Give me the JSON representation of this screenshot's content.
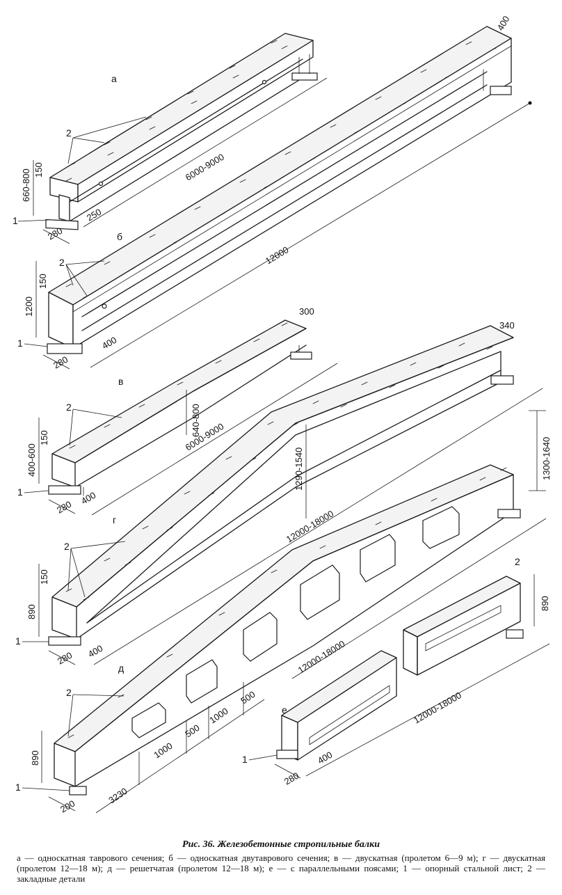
{
  "figure": {
    "caption_title": "Рис. 36. Железобетонные стропильные балки",
    "caption_text": "а — односкатная таврового сечения; б — односкатная двутаврового сечения; в — двускатная (пролетом 6—9 м); г — двускатная (пролетом 12—18 м); д — решетчатая (пролетом 12—18 м); е — с параллельными поясами; 1 — опорный стальной лист; 2 — закладные детали"
  },
  "beam_a": {
    "label": "а",
    "callout_2": "2",
    "callout_1": "1",
    "dim_height": "660-800",
    "dim_flange": "150",
    "dim_width": "280",
    "dim_web": "250",
    "dim_span": "6000-9000"
  },
  "beam_b": {
    "label": "б",
    "callout_2": "2",
    "callout_1": "1",
    "dim_height": "1200",
    "dim_flange": "150",
    "dim_width": "280",
    "dim_support": "400",
    "dim_span": "12000",
    "dim_end": "400"
  },
  "beam_v": {
    "label": "в",
    "callout_2": "2",
    "callout_1": "1",
    "dim_height": "400-600",
    "dim_flange": "150",
    "dim_width": "280",
    "dim_support": "400",
    "dim_mid": "640-800",
    "dim_span": "6000-9000",
    "dim_end": "300"
  },
  "beam_g": {
    "label": "г",
    "callout_2": "2",
    "callout_1": "1",
    "dim_height": "890",
    "dim_flange": "150",
    "dim_width": "280",
    "dim_support": "400",
    "dim_mid": "1290-1540",
    "dim_span": "12000-18000",
    "dim_end": "340",
    "dim_right": "1300-1640"
  },
  "beam_d": {
    "label": "д",
    "callout_2": "2",
    "callout_1": "1",
    "dim_height": "890",
    "dim_width": "200",
    "dim_first": "3230",
    "dim_1000a": "1000",
    "dim_500a": "500",
    "dim_1000b": "1000",
    "dim_500b": "500",
    "dim_span": "12000-18000"
  },
  "beam_e": {
    "label": "е",
    "callout_2": "2",
    "callout_1": "1",
    "dim_height": "890",
    "dim_width": "280",
    "dim_support": "400",
    "dim_span": "12000-18000"
  }
}
